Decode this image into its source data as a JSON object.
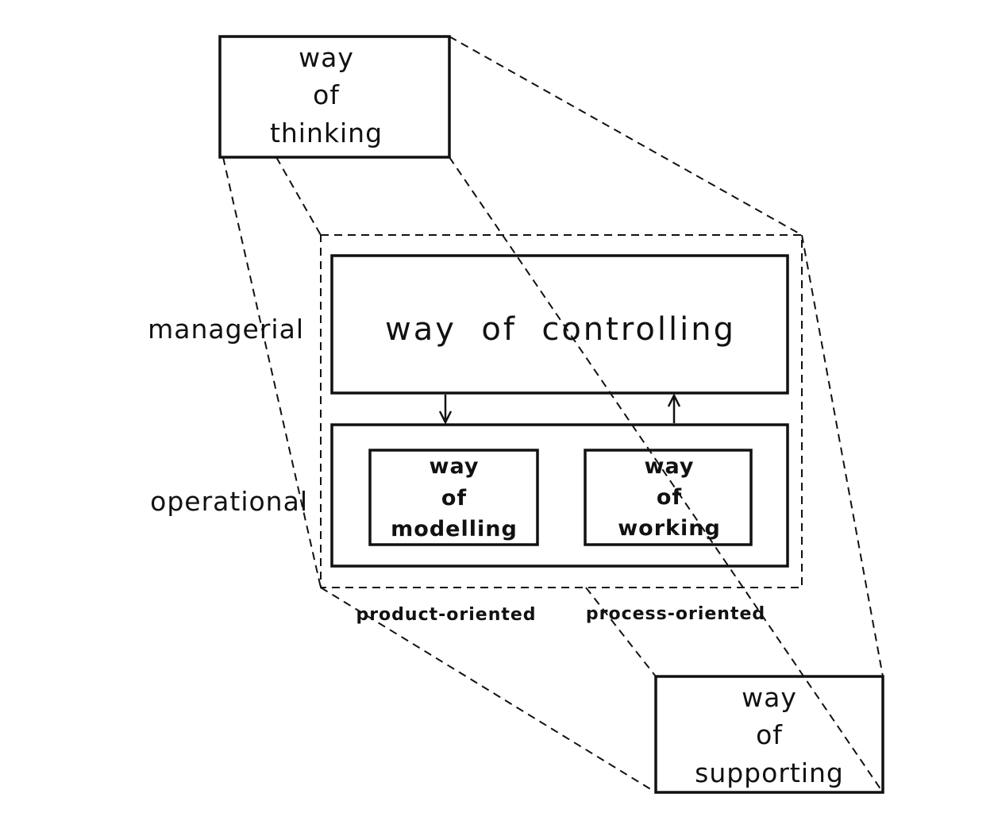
{
  "way_of_thinking": [
    "way",
    "of",
    "thinking"
  ],
  "way_of_supporting": [
    "way",
    "of",
    "supporting"
  ],
  "way_of_controlling": "way  of  controlling",
  "way_of_modelling": [
    "way",
    "of",
    "modelling"
  ],
  "way_of_working": [
    "way",
    "of",
    "working"
  ],
  "levels": {
    "managerial": "managerial",
    "operational": "operational"
  },
  "orientations": {
    "product": "product-oriented",
    "process": "process-oriented"
  },
  "colors": {
    "ink": "#111111",
    "background": "#ffffff"
  }
}
